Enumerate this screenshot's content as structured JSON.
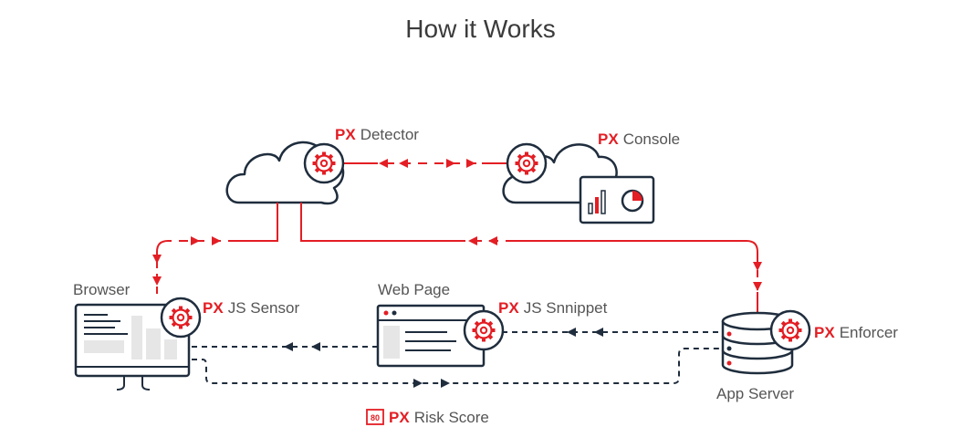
{
  "title": "How it Works",
  "colors": {
    "accent": "#e31e24",
    "dark": "#1f2d3d",
    "text": "#555555"
  },
  "nodes": {
    "detector": {
      "brand": "PX",
      "label": "Detector"
    },
    "console": {
      "brand": "PX",
      "label": "Console"
    },
    "browser": {
      "label": "Browser"
    },
    "js_sensor": {
      "brand": "PX",
      "label": "JS Sensor"
    },
    "web_page": {
      "label": "Web Page"
    },
    "js_snippet": {
      "brand": "PX",
      "label": "JS Snnippet"
    },
    "enforcer": {
      "brand": "PX",
      "label": "Enforcer"
    },
    "app_server": {
      "label": "App Server"
    },
    "risk_score": {
      "badge": "80",
      "brand": "PX",
      "label": "Risk Score"
    }
  },
  "icons": [
    "cloud-icon",
    "gear-icon",
    "browser-monitor-icon",
    "web-page-icon",
    "database-icon",
    "chart-panel-icon",
    "risk-score-badge-icon"
  ]
}
